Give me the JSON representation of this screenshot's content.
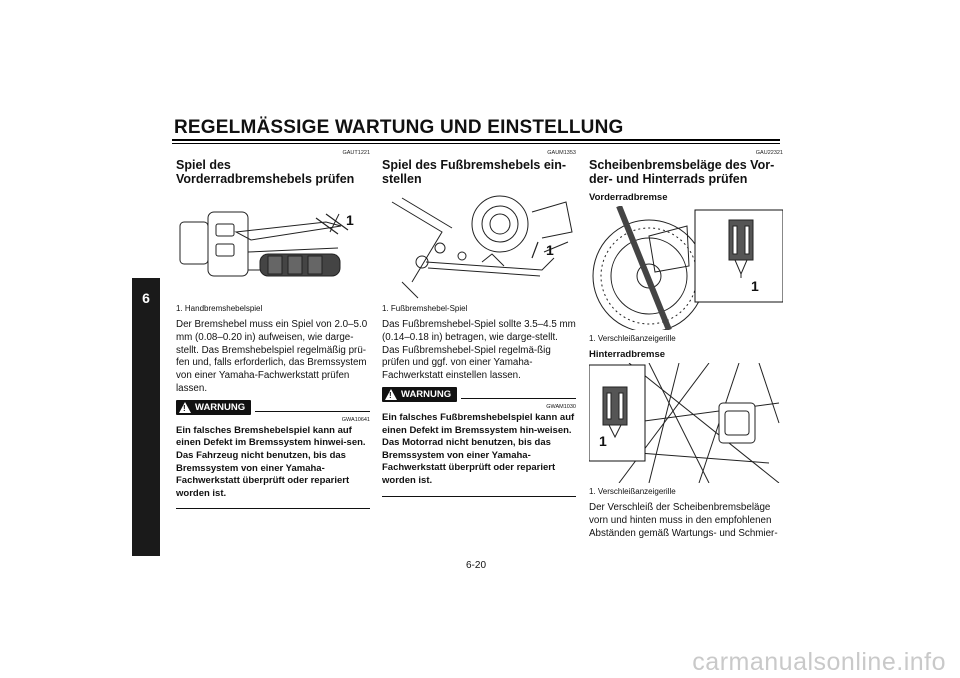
{
  "header": {
    "title": "REGELMÄSSIGE WARTUNG UND EINSTELLUNG"
  },
  "chapter_tab": "6",
  "col1": {
    "code": "GAUT1221",
    "heading": "Spiel des Vorderradbremshebels prüfen",
    "figure": {
      "callout": "1"
    },
    "caption": "1. Handbremshebelspiel",
    "body": "Der Bremshebel muss ein Spiel von 2.0–5.0 mm (0.08–0.20 in) aufweisen, wie darge-stellt. Das Bremshebelspiel regelmäßig prü-fen und, falls erforderlich, das Bremssystem von einer Yamaha-Fachwerkstatt prüfen lassen.",
    "warning_label": "WARNUNG",
    "warning_code": "GWA10641",
    "warning_text": "Ein falsches Bremshebelspiel kann auf einen Defekt im Bremssystem hinwei-sen. Das Fahrzeug nicht benutzen, bis das Bremssystem von einer Yamaha-Fachwerkstatt überprüft oder repariert worden ist."
  },
  "col2": {
    "code": "GAUM1353",
    "heading": "Spiel des Fußbremshebels ein-stellen",
    "figure": {
      "callout": "1"
    },
    "caption": "1. Fußbremshebel-Spiel",
    "body": "Das Fußbremshebel-Spiel sollte 3.5–4.5 mm (0.14–0.18 in) betragen, wie darge-stellt. Das Fußbremshebel-Spiel regelmä-ßig prüfen und ggf. von einer Yamaha-Fachwerkstatt einstellen lassen.",
    "warning_label": "WARNUNG",
    "warning_code": "GWAM1030",
    "warning_text": "Ein falsches Fußbremshebelspiel kann auf einen Defekt im Bremssystem hin-weisen. Das Motorrad nicht benutzen, bis das Bremssystem von einer Yamaha-Fachwerkstatt überprüft oder repariert worden ist."
  },
  "col3": {
    "code": "GAU22321",
    "heading": "Scheibenbremsbeläge des Vor-der- und Hinterrads prüfen",
    "front": {
      "subheading": "Vorderradbremse",
      "callout": "1",
      "caption": "1. Verschleißanzeigerille"
    },
    "rear": {
      "subheading": "Hinterradbremse",
      "callout": "1",
      "caption": "1. Verschleißanzeigerille"
    },
    "body": "Der Verschleiß der Scheibenbremsbeläge vorn und hinten muss in den empfohlenen Abständen gemäß Wartungs- und Schmier-"
  },
  "page_number": "6-20",
  "watermark": "carmanualsonline.info"
}
